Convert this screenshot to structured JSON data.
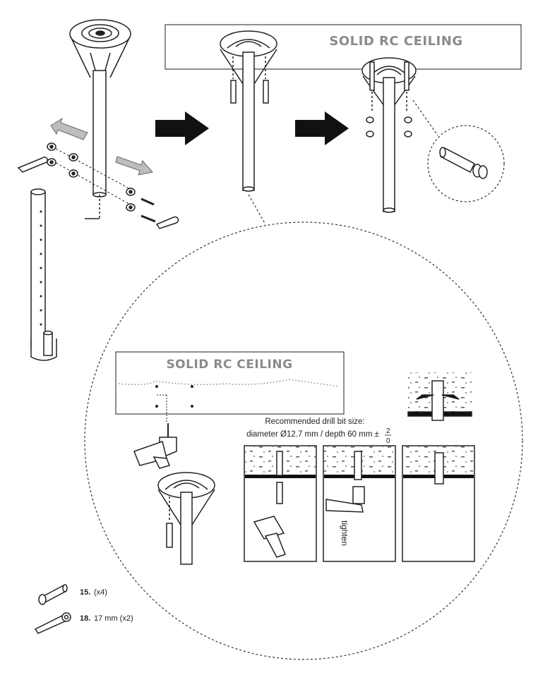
{
  "ceiling_label_top": "SOLID RC CEILING",
  "ceiling_label_detail": "SOLID RC CEILING",
  "drill_note": {
    "line1": "Recommended drill bit size:",
    "line2": "diameter Ø12.7 mm / depth 60 mm ±",
    "tol_upper": "2",
    "tol_lower": "0"
  },
  "step_tighten_label": "tighten",
  "parts": [
    {
      "number": "15.",
      "desc": "(x4)",
      "icon": "anchor-bolt-icon"
    },
    {
      "number": "18.",
      "desc": "17 mm (x2)",
      "icon": "wrench-icon"
    }
  ],
  "colors": {
    "line": "#222222",
    "arrow_gray": "#bbbbbb",
    "arrow_black": "#111111",
    "title_gray": "#8a8a8a"
  }
}
